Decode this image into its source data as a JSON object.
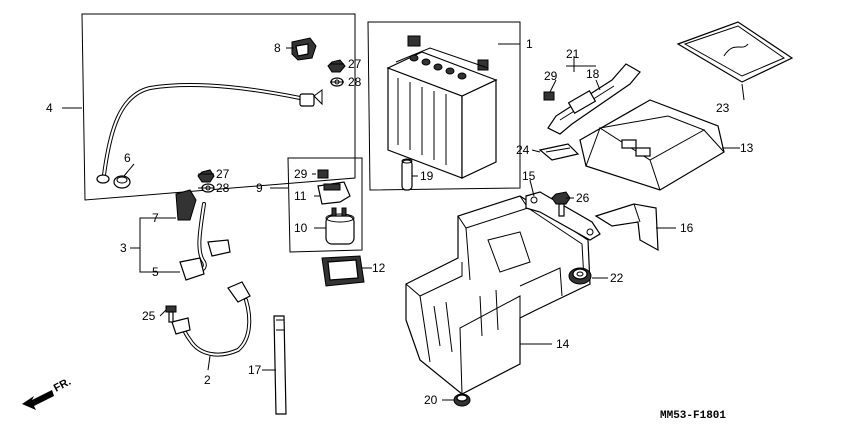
{
  "diagram_code": "MM53-F1801",
  "direction_label": "FR.",
  "callouts": {
    "c1": "1",
    "c2": "2",
    "c3": "3",
    "c4": "4",
    "c5": "5",
    "c6": "6",
    "c7": "7",
    "c8": "8",
    "c9": "9",
    "c10": "10",
    "c11": "11",
    "c12": "12",
    "c13": "13",
    "c14": "14",
    "c15": "15",
    "c16": "16",
    "c17": "17",
    "c18": "18",
    "c19": "19",
    "c20": "20",
    "c21": "21",
    "c22": "22",
    "c23": "23",
    "c24": "24",
    "c25": "25",
    "c26": "26",
    "c27a": "27",
    "c28a": "28",
    "c27b": "27",
    "c28b": "28",
    "c29a": "29",
    "c29b": "29"
  }
}
